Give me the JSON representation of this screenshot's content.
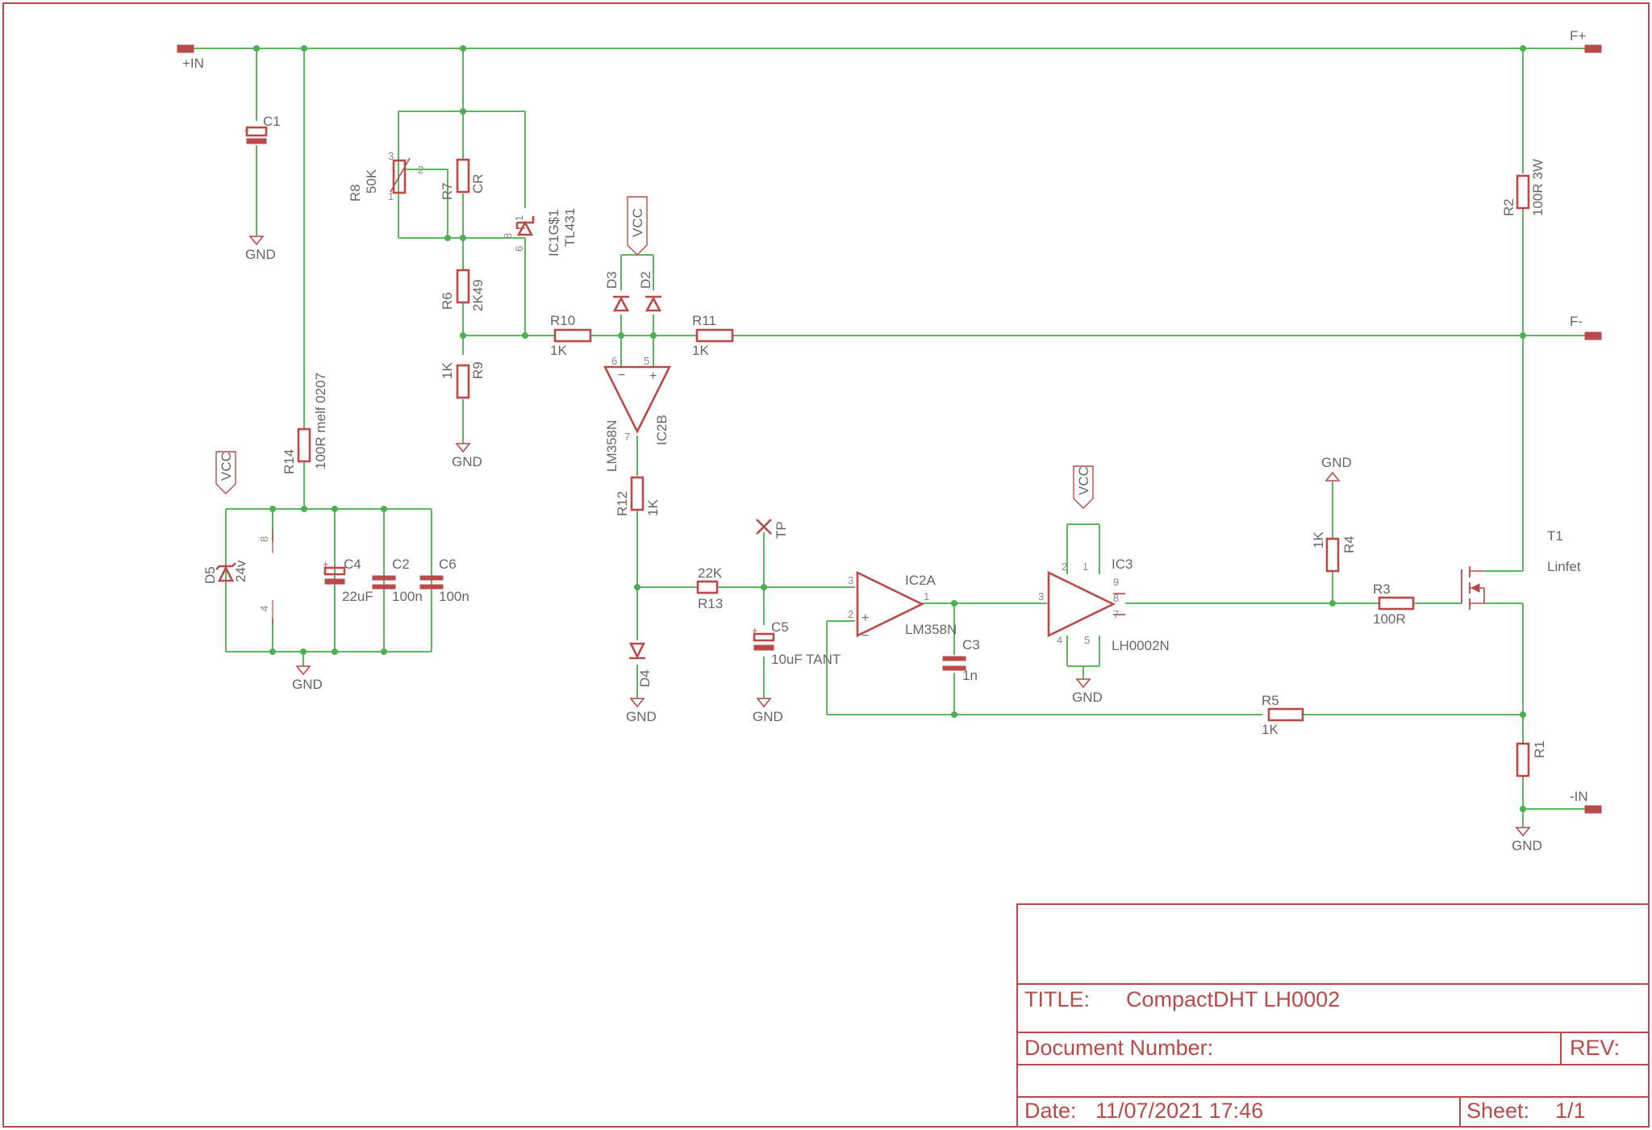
{
  "title_block": {
    "title_label": "TITLE:",
    "title_value": "CompactDHT LH0002",
    "doc_label": "Document Number:",
    "rev_label": "REV:",
    "date_label": "Date:",
    "date_value": "11/07/2021 17:46",
    "sheet_label": "Sheet:",
    "sheet_value": "1/1"
  },
  "colors": {
    "part": "#b84a4a",
    "wire": "#5cb85c",
    "text": "#666666"
  },
  "ports": {
    "in_plus": "+IN",
    "in_minus": "-IN",
    "f_plus": "F+",
    "f_minus": "F-"
  },
  "components": {
    "C1": {
      "ref": "C1"
    },
    "C2": {
      "ref": "C2",
      "value": "100n"
    },
    "C3": {
      "ref": "C3",
      "value": "1n"
    },
    "C4": {
      "ref": "C4",
      "value": "22uF"
    },
    "C5": {
      "ref": "C5",
      "value": "10uF TANT"
    },
    "C6": {
      "ref": "C6",
      "value": "100n"
    },
    "D2": {
      "ref": "D2"
    },
    "D3": {
      "ref": "D3"
    },
    "D4": {
      "ref": "D4"
    },
    "D5": {
      "ref": "D5",
      "value": "24v"
    },
    "R1": {
      "ref": "R1"
    },
    "R2": {
      "ref": "R2",
      "value": "100R 3W"
    },
    "R3": {
      "ref": "R3",
      "value": "100R"
    },
    "R4": {
      "ref": "R4",
      "value": "1K"
    },
    "R5": {
      "ref": "R5",
      "value": "1K"
    },
    "R6": {
      "ref": "R6",
      "value": "2K49"
    },
    "R7": {
      "ref": "R7",
      "value": "CR"
    },
    "R8": {
      "ref": "R8",
      "value": "50K"
    },
    "R9": {
      "ref": "R9",
      "value": "1K"
    },
    "R10": {
      "ref": "R10",
      "value": "1K"
    },
    "R11": {
      "ref": "R11",
      "value": "1K"
    },
    "R12": {
      "ref": "R12",
      "value": "1K"
    },
    "R13": {
      "ref": "R13",
      "value": "22K"
    },
    "R14": {
      "ref": "R14",
      "value": "100R melf 0207"
    },
    "IC1": {
      "ref": "IC1G$1",
      "value": "TL431"
    },
    "IC2A": {
      "ref": "IC2A",
      "value": "LM358N"
    },
    "IC2B": {
      "ref": "IC2B",
      "value": "LM358N"
    },
    "IC3": {
      "ref": "IC3",
      "value": "LH0002N"
    },
    "T1": {
      "ref": "T1",
      "value": "Linfet"
    },
    "TP": {
      "ref": "TP"
    }
  },
  "nets": {
    "gnd": "GND",
    "vcc": "VCC"
  },
  "pins": {
    "p1": "1",
    "p2": "2",
    "p3": "3",
    "p4": "4",
    "p5": "5",
    "p6": "6",
    "p7": "7",
    "p8": "8",
    "p9": "9"
  }
}
